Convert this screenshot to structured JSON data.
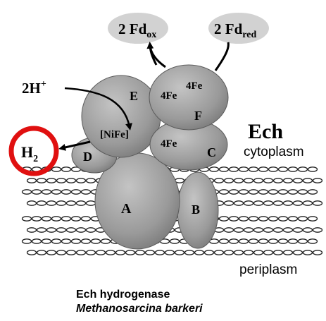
{
  "diagram": {
    "complex_name": "Ech",
    "compartments": {
      "cytoplasm": "cytoplasm",
      "periplasm": "periplasm"
    },
    "ferredoxin": {
      "ox": {
        "prefix": "2 Fd",
        "sub": "ox"
      },
      "red": {
        "prefix": "2 Fd",
        "sub": "red"
      }
    },
    "proton": {
      "base": "2H",
      "sup": "+"
    },
    "hydrogen": {
      "base": "H",
      "sub": "2"
    },
    "subunits": {
      "A": "A",
      "B": "B",
      "C": "C",
      "D": "D",
      "E": "E",
      "F": "F"
    },
    "clusters": {
      "nife": "[NiFe]",
      "fe4_c": "4Fe",
      "fe4_f1": "4Fe",
      "fe4_f2": "4Fe"
    },
    "caption": {
      "line1": "Ech hydrogenase",
      "line2": "Methanosarcina barkeri"
    },
    "colors": {
      "subunit_fill": "#9a9a9a",
      "fd_fill": "#d2d2d2",
      "highlight_ring": "#e01010",
      "membrane": "#222222"
    }
  }
}
